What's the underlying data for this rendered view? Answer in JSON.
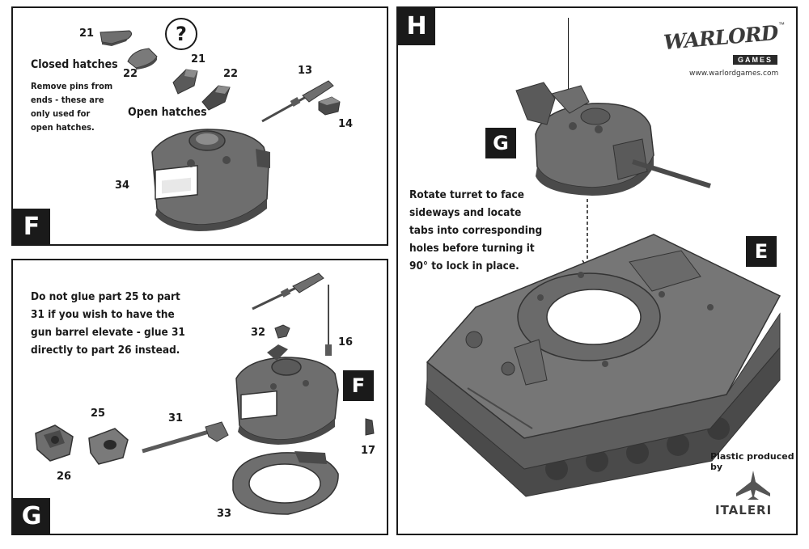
{
  "panel_f": {
    "label": "F",
    "closed_hatches": "Closed hatches",
    "remove_pins_lines": [
      "Remove pins from",
      "ends - these are",
      "only used for",
      "open hatches."
    ],
    "open_hatches": "Open hatches",
    "question_mark": "?",
    "parts": {
      "p21a": "21",
      "p22a": "22",
      "p21b": "21",
      "p22b": "22",
      "p13": "13",
      "p14": "14",
      "p34": "34"
    }
  },
  "panel_g": {
    "label": "G",
    "sub_label": "F",
    "instruction_lines": [
      "Do not glue part 25 to part",
      "31 if you wish to have the",
      "gun barrel elevate - glue 31",
      "directly to part 26 instead."
    ],
    "parts": {
      "p32": "32",
      "p16": "16",
      "p25": "25",
      "p31": "31",
      "p26": "26",
      "p17": "17",
      "p33": "33"
    }
  },
  "panel_h": {
    "label": "H",
    "sub_g": "G",
    "sub_e": "E",
    "instruction_lines": [
      "Rotate turret to face",
      "sideways and locate",
      "tabs into corresponding",
      "holes before turning it",
      "90° to lock in place."
    ],
    "brand_logo": "WARLORD",
    "brand_sub": "GAMES",
    "brand_tm": "™",
    "brand_url": "www.warlordgames.com",
    "plastic_produced_by": "Plastic produced by",
    "italeri": "ITALERI"
  },
  "colors": {
    "ink": "#1a1a1a",
    "part_fill": "#6e6e6e",
    "part_dark": "#4a4a4a",
    "part_light": "#8c8c8c"
  }
}
